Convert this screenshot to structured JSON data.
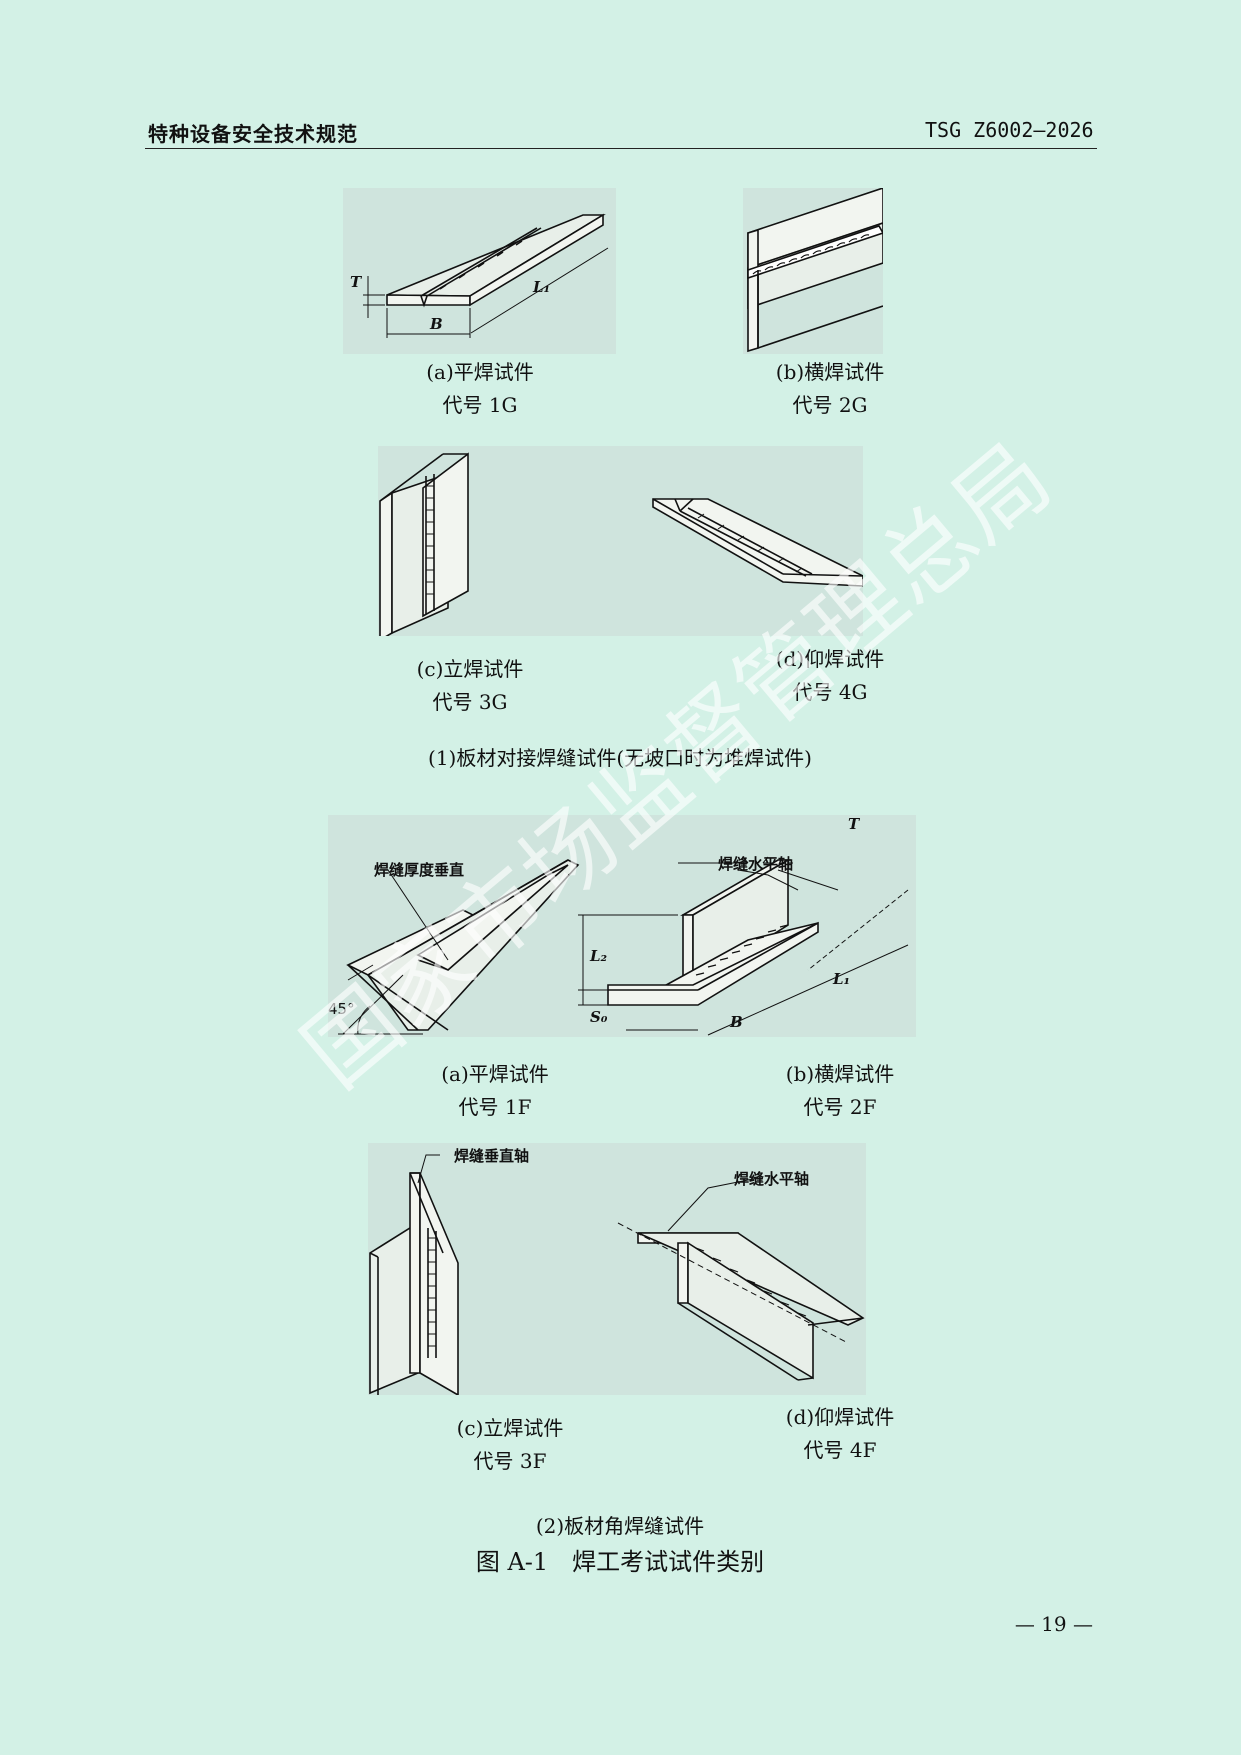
{
  "header": {
    "left": "特种设备安全技术规范",
    "right": "TSG Z6002—2026"
  },
  "section1": {
    "figures": [
      {
        "id": "1G",
        "caption": "(a)平焊试件",
        "code": "代号 1G",
        "labels": {
          "t": "T",
          "b": "B",
          "l": "L₁"
        }
      },
      {
        "id": "2G",
        "caption": "(b)横焊试件",
        "code": "代号 2G"
      },
      {
        "id": "3G",
        "caption": "(c)立焊试件",
        "code": "代号 3G"
      },
      {
        "id": "4G",
        "caption": "(d)仰焊试件",
        "code": "代号 4G"
      }
    ],
    "title": "(1)板材对接焊缝试件(无坡口时为堆焊试件)"
  },
  "section2": {
    "figures": [
      {
        "id": "1F",
        "caption": "(a)平焊试件",
        "code": "代号 1F",
        "labels": {
          "note": "焊缝厚度垂直",
          "angle": "45°"
        }
      },
      {
        "id": "2F",
        "caption": "(b)横焊试件",
        "code": "代号 2F",
        "labels": {
          "note": "焊缝水平轴",
          "t": "T",
          "l2": "L₂",
          "s0": "S₀",
          "l1": "L₁",
          "b": "B"
        }
      },
      {
        "id": "3F",
        "caption": "(c)立焊试件",
        "code": "代号 3F",
        "labels": {
          "note": "焊缝垂直轴"
        }
      },
      {
        "id": "4F",
        "caption": "(d)仰焊试件",
        "code": "代号 4F",
        "labels": {
          "note": "焊缝水平轴"
        }
      }
    ],
    "title": "(2)板材角焊缝试件"
  },
  "figure_title": "图 A-1　焊工考试试件类别",
  "page_number": "— 19 —",
  "watermark": "国家市场监督管理总局"
}
